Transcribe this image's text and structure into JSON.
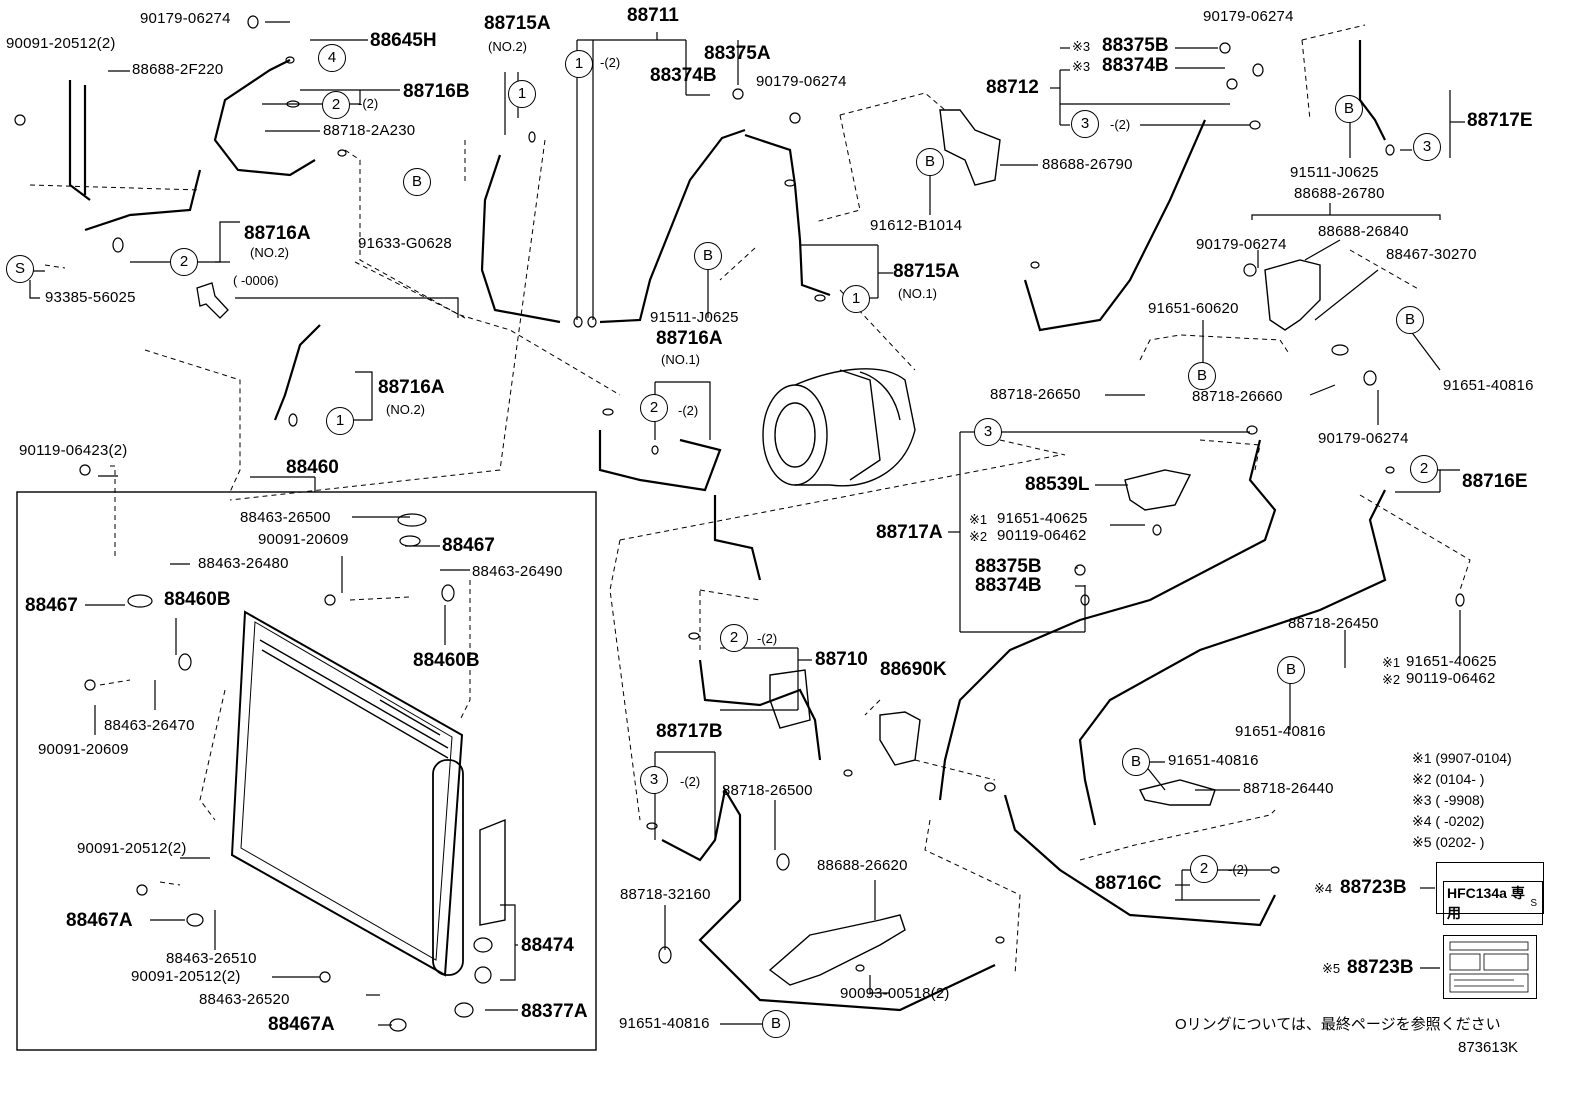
{
  "parts": {
    "p90179_06274_a": "90179-06274",
    "p90091_20512_2": "90091-20512(2)",
    "p88688_2F220": "88688-2F220",
    "p88645H": "88645H",
    "p88716B": "88716B",
    "p88718_2A230": "88718-2A230",
    "p88716A_top": "88716A",
    "no2_a": "(NO.2)",
    "p93385_56025": "93385-56025",
    "p88715A_top": "88715A",
    "no2_b": "(NO.2)",
    "p91633_G0628": "91633-G0628",
    "p88711": "88711",
    "p88375A": "88375A",
    "p88374B_top": "88374B",
    "p90179_06274_b": "90179-06274",
    "p88715A_mid": "88715A",
    "no1_a": "(NO.1)",
    "p91511_J0625_a": "91511-J0625",
    "p88716A_mid": "88716A",
    "no1_b": "(NO.1)",
    "p88716A_low": "88716A",
    "no2_c": "(NO.2)",
    "range_0006": "(     -0006)",
    "p91612_B1014": "91612-B1014",
    "p88688_26790": "88688-26790",
    "p88712": "88712",
    "p88375B_top": "88375B",
    "p88374B_r": "88374B",
    "p90179_06274_c": "90179-06274",
    "p88717E": "88717E",
    "p91511_J0625_b": "91511-J0625",
    "p88688_26780": "88688-26780",
    "p88688_26840": "88688-26840",
    "p90179_06274_d": "90179-06274",
    "p88467_30270": "88467-30270",
    "p91651_60620": "91651-60620",
    "p88718_26650": "88718-26650",
    "p88718_26660": "88718-26660",
    "p91651_40816_a": "91651-40816",
    "p90179_06274_e": "90179-06274",
    "p88716E": "88716E",
    "p88539L": "88539L",
    "p91651_40625_a": "91651-40625",
    "p90119_06462_a": "90119-06462",
    "p88717A": "88717A",
    "p88375B_mid": "88375B",
    "p88374B_mid": "88374B",
    "p88718_26450": "88718-26450",
    "p91651_40625_b": "91651-40625",
    "p90119_06462_b": "90119-06462",
    "p91651_40816_b": "91651-40816",
    "p91651_40816_c": "91651-40816",
    "p88718_26440": "88718-26440",
    "p88716C": "88716C",
    "p88723B_a": "88723B",
    "p88723B_b": "88723B",
    "p90119_06423_2": "90119-06423(2)",
    "p88460": "88460",
    "p88463_26500": "88463-26500",
    "p90091_20609_a": "90091-20609",
    "p88467_a": "88467",
    "p88463_26490": "88463-26490",
    "p88463_26480": "88463-26480",
    "p88467_b": "88467",
    "p88460B_a": "88460B",
    "p88460B_b": "88460B",
    "p88463_26470": "88463-26470",
    "p90091_20609_b": "90091-20609",
    "p90091_20512_2b": "90091-20512(2)",
    "p88467A_a": "88467A",
    "p88463_26510": "88463-26510",
    "p90091_20512_2c": "90091-20512(2)",
    "p88463_26520": "88463-26520",
    "p88467A_b": "88467A",
    "p88474": "88474",
    "p88377A": "88377A",
    "p88710": "88710",
    "p88690K": "88690K",
    "p88717B": "88717B",
    "p88718_26500": "88718-26500",
    "p88688_26620": "88688-26620",
    "p88718_32160": "88718-32160",
    "p90093_00518_2": "90093-00518(2)",
    "p91651_40816_d": "91651-40816"
  },
  "markers": {
    "x1": "※1",
    "x2": "※2",
    "x3": "※3",
    "x4": "※4",
    "x5": "※5"
  },
  "qty": {
    "q2": "-(2)"
  },
  "circles": {
    "c1": "1",
    "c2": "2",
    "c3": "3",
    "c4": "4",
    "cB": "B",
    "cS": "S"
  },
  "notes": [
    {
      "mark": "※1",
      "range": "(9907-0104)"
    },
    {
      "mark": "※2",
      "range": "(0104-      )"
    },
    {
      "mark": "※3",
      "range": "(      -9908)"
    },
    {
      "mark": "※4",
      "range": "(      -0202)"
    },
    {
      "mark": "※5",
      "range": "(0202-      )"
    }
  ],
  "hfc_label": {
    "main": "HFC134a",
    "suffix": "専 用",
    "small": "S"
  },
  "footer": {
    "jp_note": "Oリングについては、最終ページを参照ください",
    "code": "873613K"
  }
}
